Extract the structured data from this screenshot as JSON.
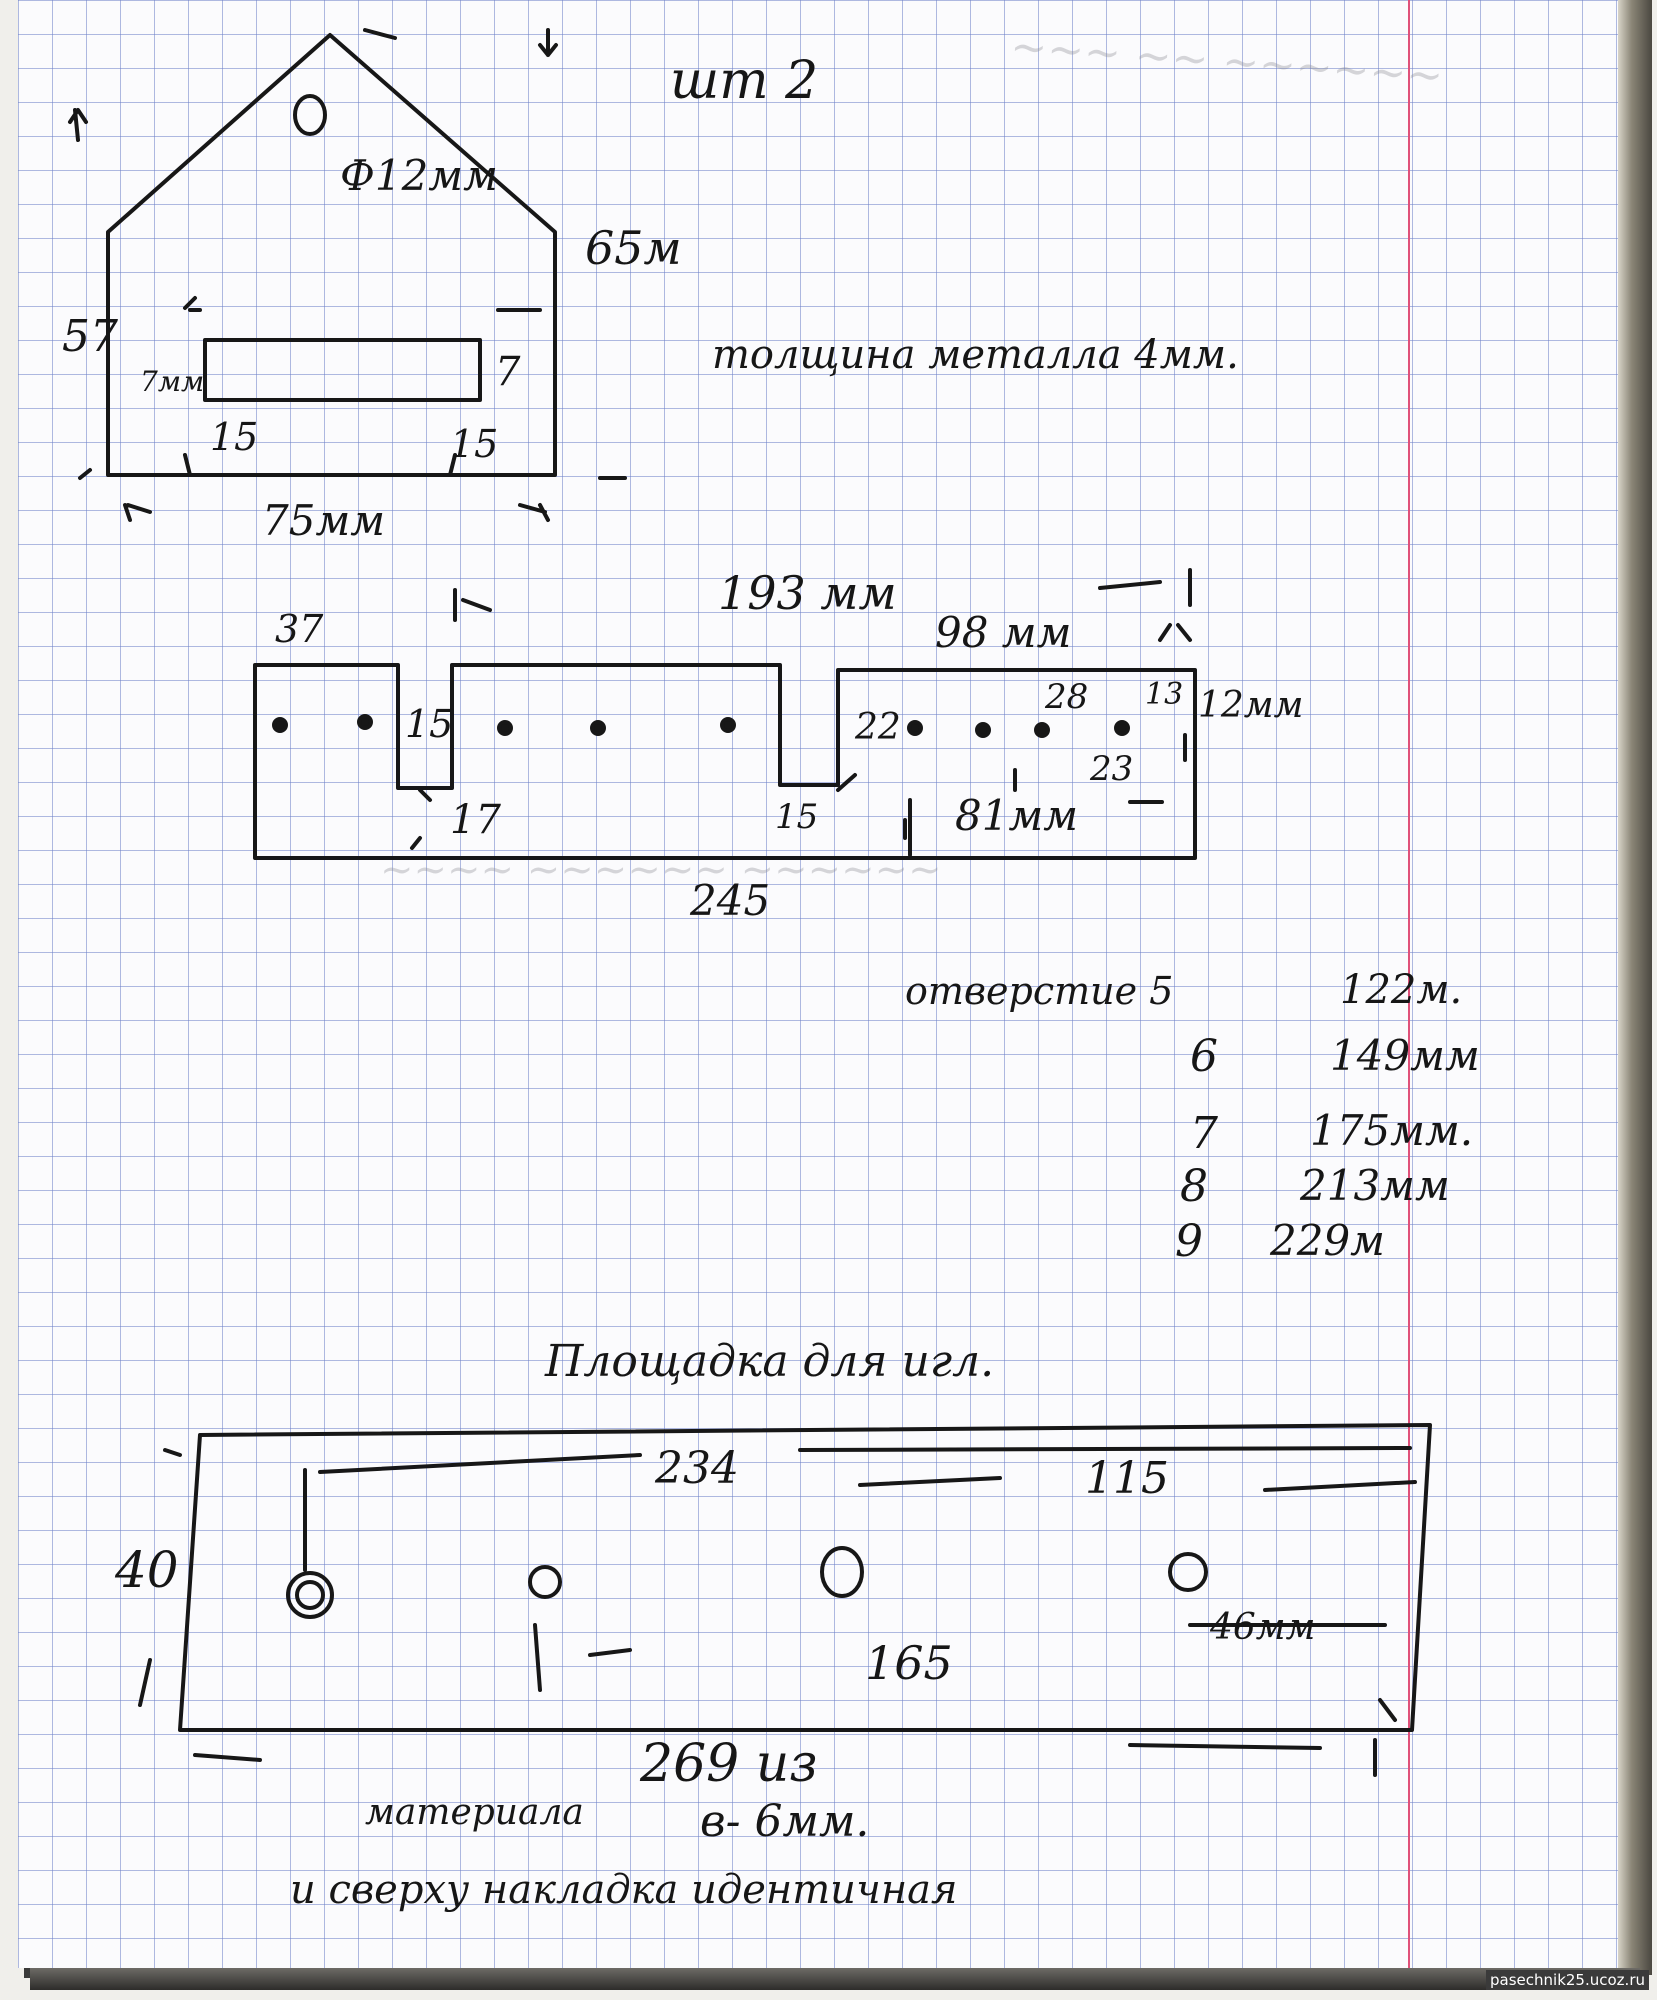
{
  "page": {
    "title": "шт 2",
    "metal_thickness": "толщина металла 4мм.",
    "credit": "pasechnik25.ucoz.ru"
  },
  "part1": {
    "hole_label": "Ф12мм",
    "height_total": "65м",
    "height_wall": "57",
    "slot_height_left": "7мм",
    "slot_height_right": "7",
    "inset_left": "15",
    "inset_right": "15",
    "width": "75мм"
  },
  "part2": {
    "length_top": "193 мм",
    "segment_left": "37",
    "segment_right": "98 мм",
    "notch_depth": "15",
    "notch_width_left": "17",
    "notch_width_right": "15",
    "hole_offset_left": "22",
    "hole_spacing": "28",
    "hole_offset_right": "13",
    "height": "12мм",
    "spacing_23": "23",
    "span_81": "81мм",
    "total": "245"
  },
  "holes_list": [
    {
      "n": "отверстие 5",
      "v": "122м."
    },
    {
      "n": "6",
      "v": "149мм"
    },
    {
      "n": "7",
      "v": "175мм."
    },
    {
      "n": "8",
      "v": "213мм"
    },
    {
      "n": "9",
      "v": "229м"
    }
  ],
  "part3": {
    "title": "Площадка для игл.",
    "height": "40",
    "dim_234": "234",
    "dim_115": "115",
    "dim_165": "165",
    "dim_46": "46мм",
    "total": "269 из",
    "material": "материала",
    "thickness": "в- 6мм.",
    "note": "и сверху накладка идентичная"
  }
}
